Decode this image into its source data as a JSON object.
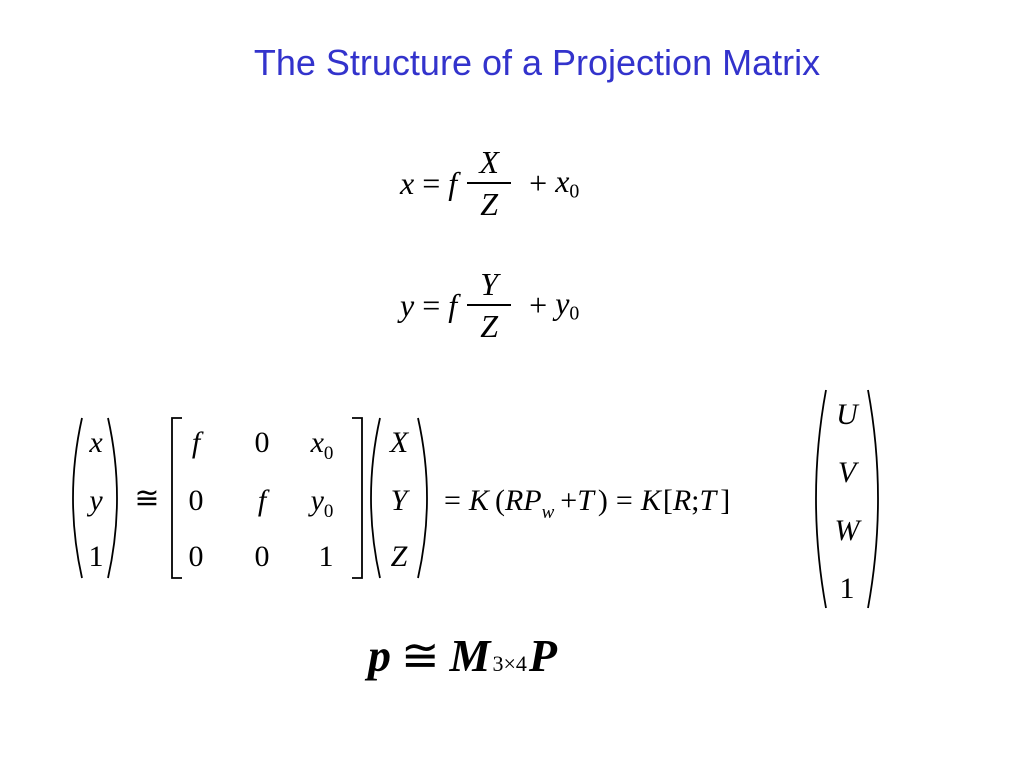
{
  "slide": {
    "title": "The Structure of a Projection Matrix"
  },
  "eq1": {
    "lhs": "x",
    "equals": "=",
    "f": "f",
    "num": "X",
    "den": "Z",
    "plus": "+",
    "offset_var": "x",
    "offset_sub": "0"
  },
  "eq2": {
    "lhs": "y",
    "equals": "=",
    "f": "f",
    "num": "Y",
    "den": "Z",
    "plus": "+",
    "offset_var": "y",
    "offset_sub": "0"
  },
  "matrix_eq": {
    "lhs_vector": [
      "x",
      "y",
      "1"
    ],
    "cong": "≅",
    "K_rows": [
      [
        "f",
        "0",
        "x0"
      ],
      [
        "0",
        "f",
        "y0"
      ],
      [
        "0",
        "0",
        "1"
      ]
    ],
    "world_vector": [
      "X",
      "Y",
      "Z"
    ],
    "equals1": "=",
    "K1": "K",
    "lparen": "(",
    "R": "R",
    "P": "P",
    "w_sub": "w",
    "plus": "+",
    "T": "T",
    "rparen": ")",
    "equals2": "=",
    "K2": "K",
    "lbrack": "[",
    "R2": "R",
    "semicolon": ";",
    "T2": "T",
    "rbrack": "]",
    "homog_vector": [
      "U",
      "V",
      "W",
      "1"
    ]
  },
  "summary_eq": {
    "p": "p",
    "cong": "≅",
    "M": "M",
    "dims_left": "3",
    "times": "×",
    "dims_right": "4",
    "P": "P"
  }
}
